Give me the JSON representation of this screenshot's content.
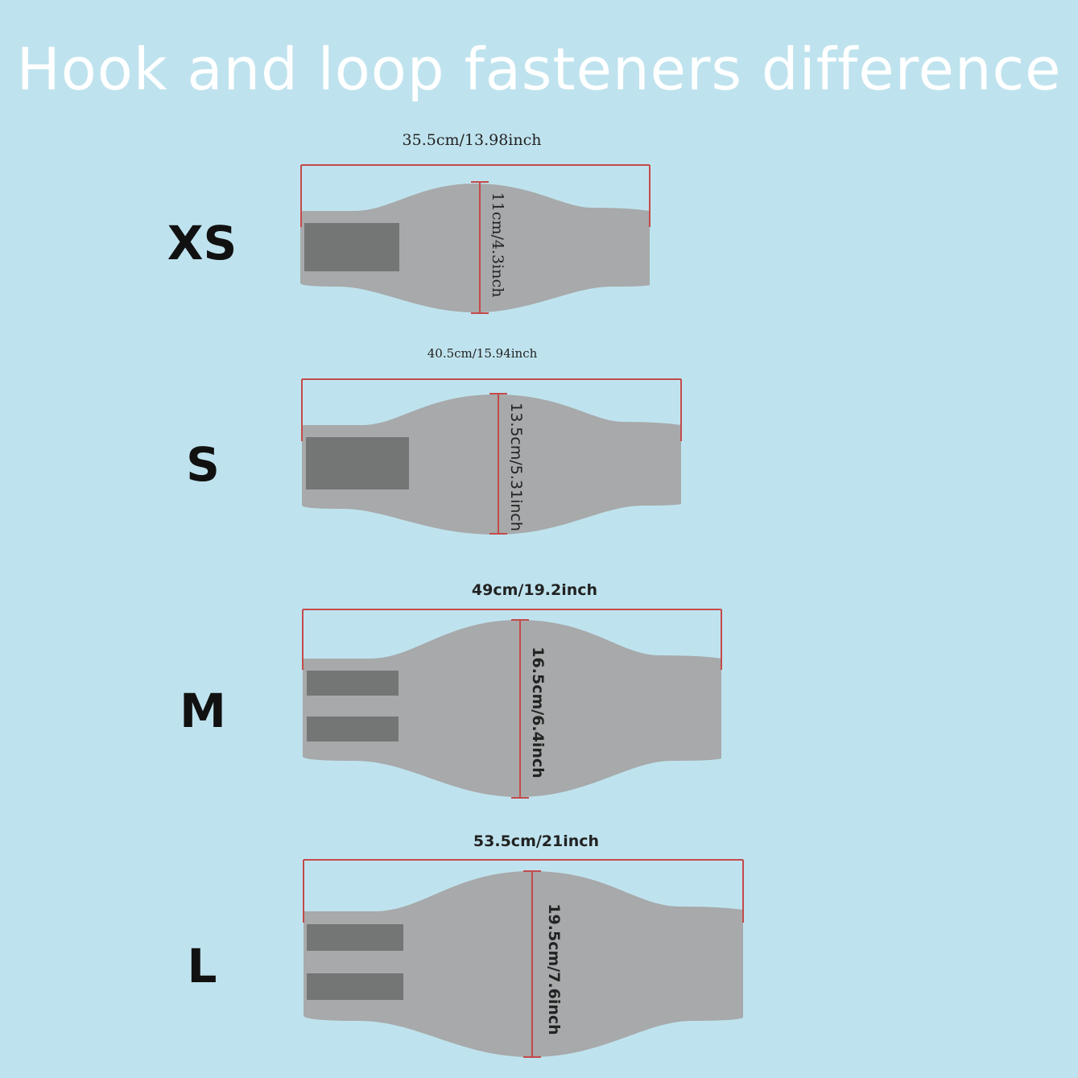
{
  "title": "Hook and loop fasteners difference",
  "colors": {
    "background": "#bfe3ee",
    "belt": "#a7a9aa",
    "fastener": "#747575",
    "measure_line": "#c44a4a"
  },
  "sizes": [
    {
      "label": "XS",
      "width": "35.5cm/13.98inch",
      "height": "11cm/4.3inch",
      "fastener_strips": 1
    },
    {
      "label": "S",
      "width": "40.5cm/15.94inch",
      "height": "13.5cm/5.31inch",
      "fastener_strips": 1
    },
    {
      "label": "M",
      "width": "49cm/19.2inch",
      "height": "16.5cm/6.4inch",
      "fastener_strips": 2
    },
    {
      "label": "L",
      "width": "53.5cm/21inch",
      "height": "19.5cm/7.6inch",
      "fastener_strips": 2
    }
  ]
}
